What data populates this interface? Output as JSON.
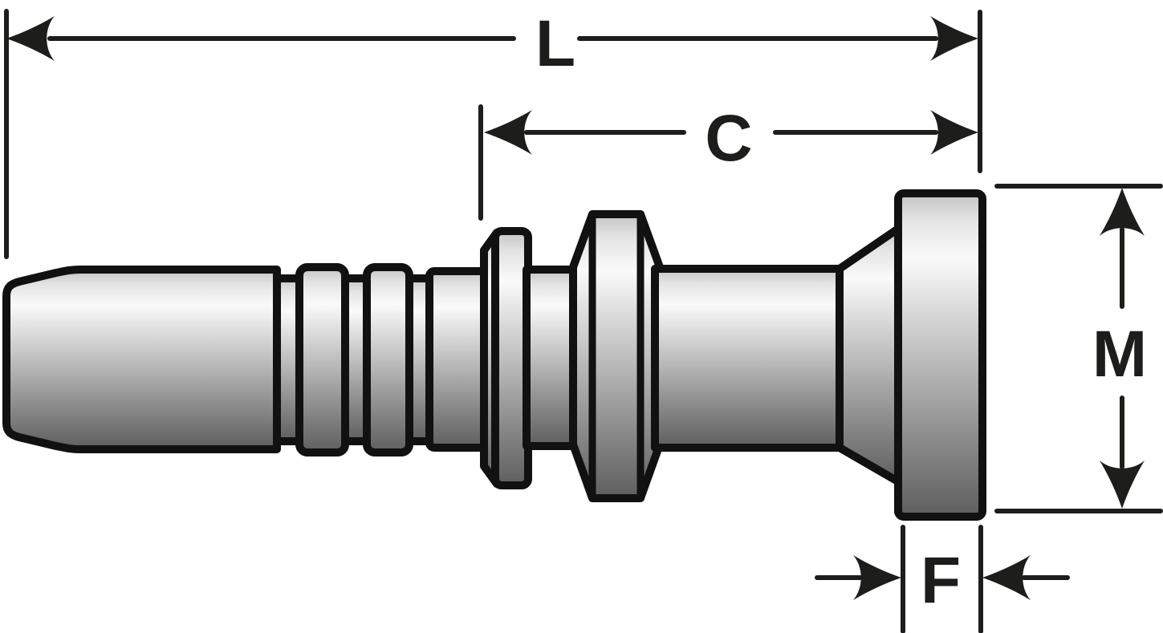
{
  "drawing": {
    "background": "#ffffff",
    "outline_color": "#111111",
    "dimension_color": "#1d1d1b",
    "subject": "hose-flange-fitting-profile"
  },
  "metal": {
    "stops": [
      "#c3c3c3",
      "#e3e3e3",
      "#fafafa",
      "#e0e0e0",
      "#b5b5b5",
      "#8d8d8d",
      "#6d6d6d",
      "#5e5e5e"
    ]
  },
  "labels": {
    "L": "L",
    "C": "C",
    "M": "M",
    "F": "F"
  }
}
